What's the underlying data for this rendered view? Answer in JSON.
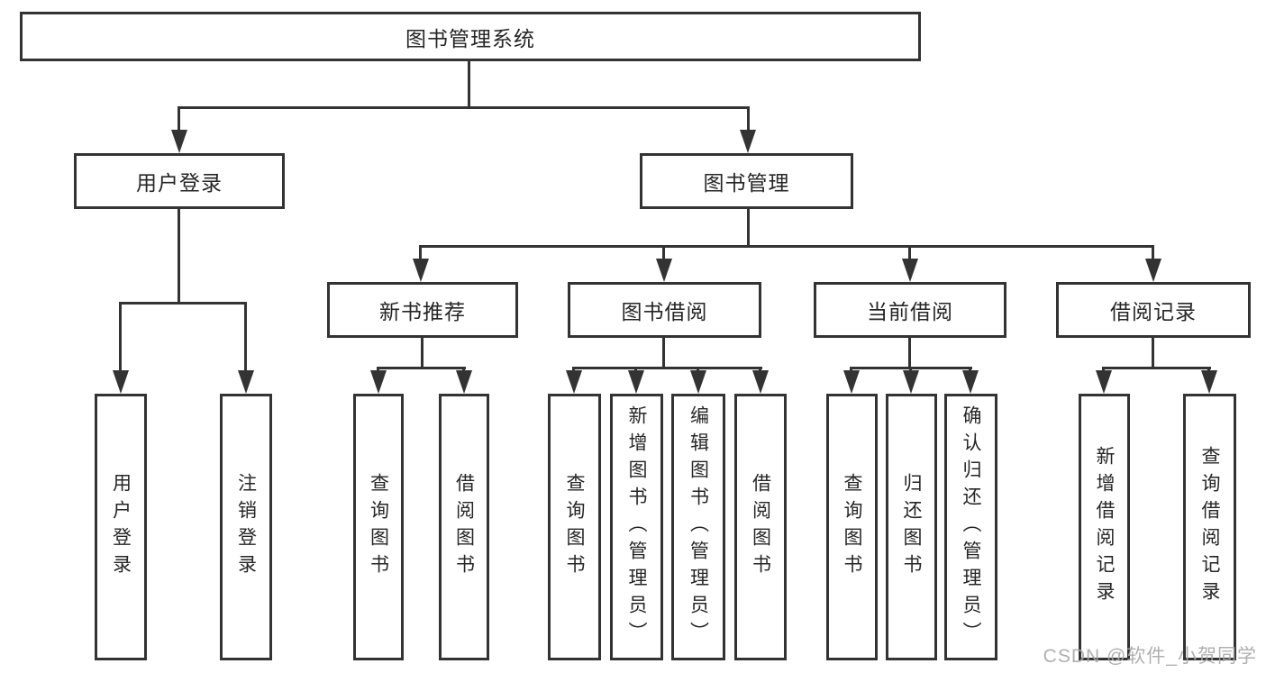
{
  "nodes": {
    "root": {
      "label": "图书管理系统"
    },
    "user_login": {
      "label": "用户登录"
    },
    "book_management": {
      "label": "图书管理"
    },
    "new_book_recommendation": {
      "label": "新书推荐"
    },
    "book_borrowing": {
      "label": "图书借阅"
    },
    "current_borrowing": {
      "label": "当前借阅"
    },
    "borrowing_records": {
      "label": "借阅记录"
    },
    "leaf_user_login": {
      "label": "用户登录"
    },
    "leaf_logout_login": {
      "label": "注销登录"
    },
    "leaf_query_book_rec": {
      "label": "查询图书"
    },
    "leaf_borrow_book_rec": {
      "label": "借阅图书"
    },
    "leaf_query_book_borrow": {
      "label": "查询图书"
    },
    "leaf_add_book_admin": {
      "label": "新增图书（管理员）"
    },
    "leaf_edit_book_admin": {
      "label": "编辑图书（管理员）"
    },
    "leaf_borrow_book_borrow": {
      "label": "借阅图书"
    },
    "leaf_query_book_current": {
      "label": "查询图书"
    },
    "leaf_return_book": {
      "label": "归还图书"
    },
    "leaf_confirm_return_admin": {
      "label": "确认归还（管理员）"
    },
    "leaf_add_borrow_record": {
      "label": "新增借阅记录"
    },
    "leaf_query_borrow_record": {
      "label": "查询借阅记录"
    }
  },
  "watermark": {
    "text": "CSDN @软件_小贺同学"
  },
  "colors": {
    "line": "#333333",
    "text": "#262626",
    "watermark": "#a8a8a8",
    "background": "#ffffff"
  }
}
